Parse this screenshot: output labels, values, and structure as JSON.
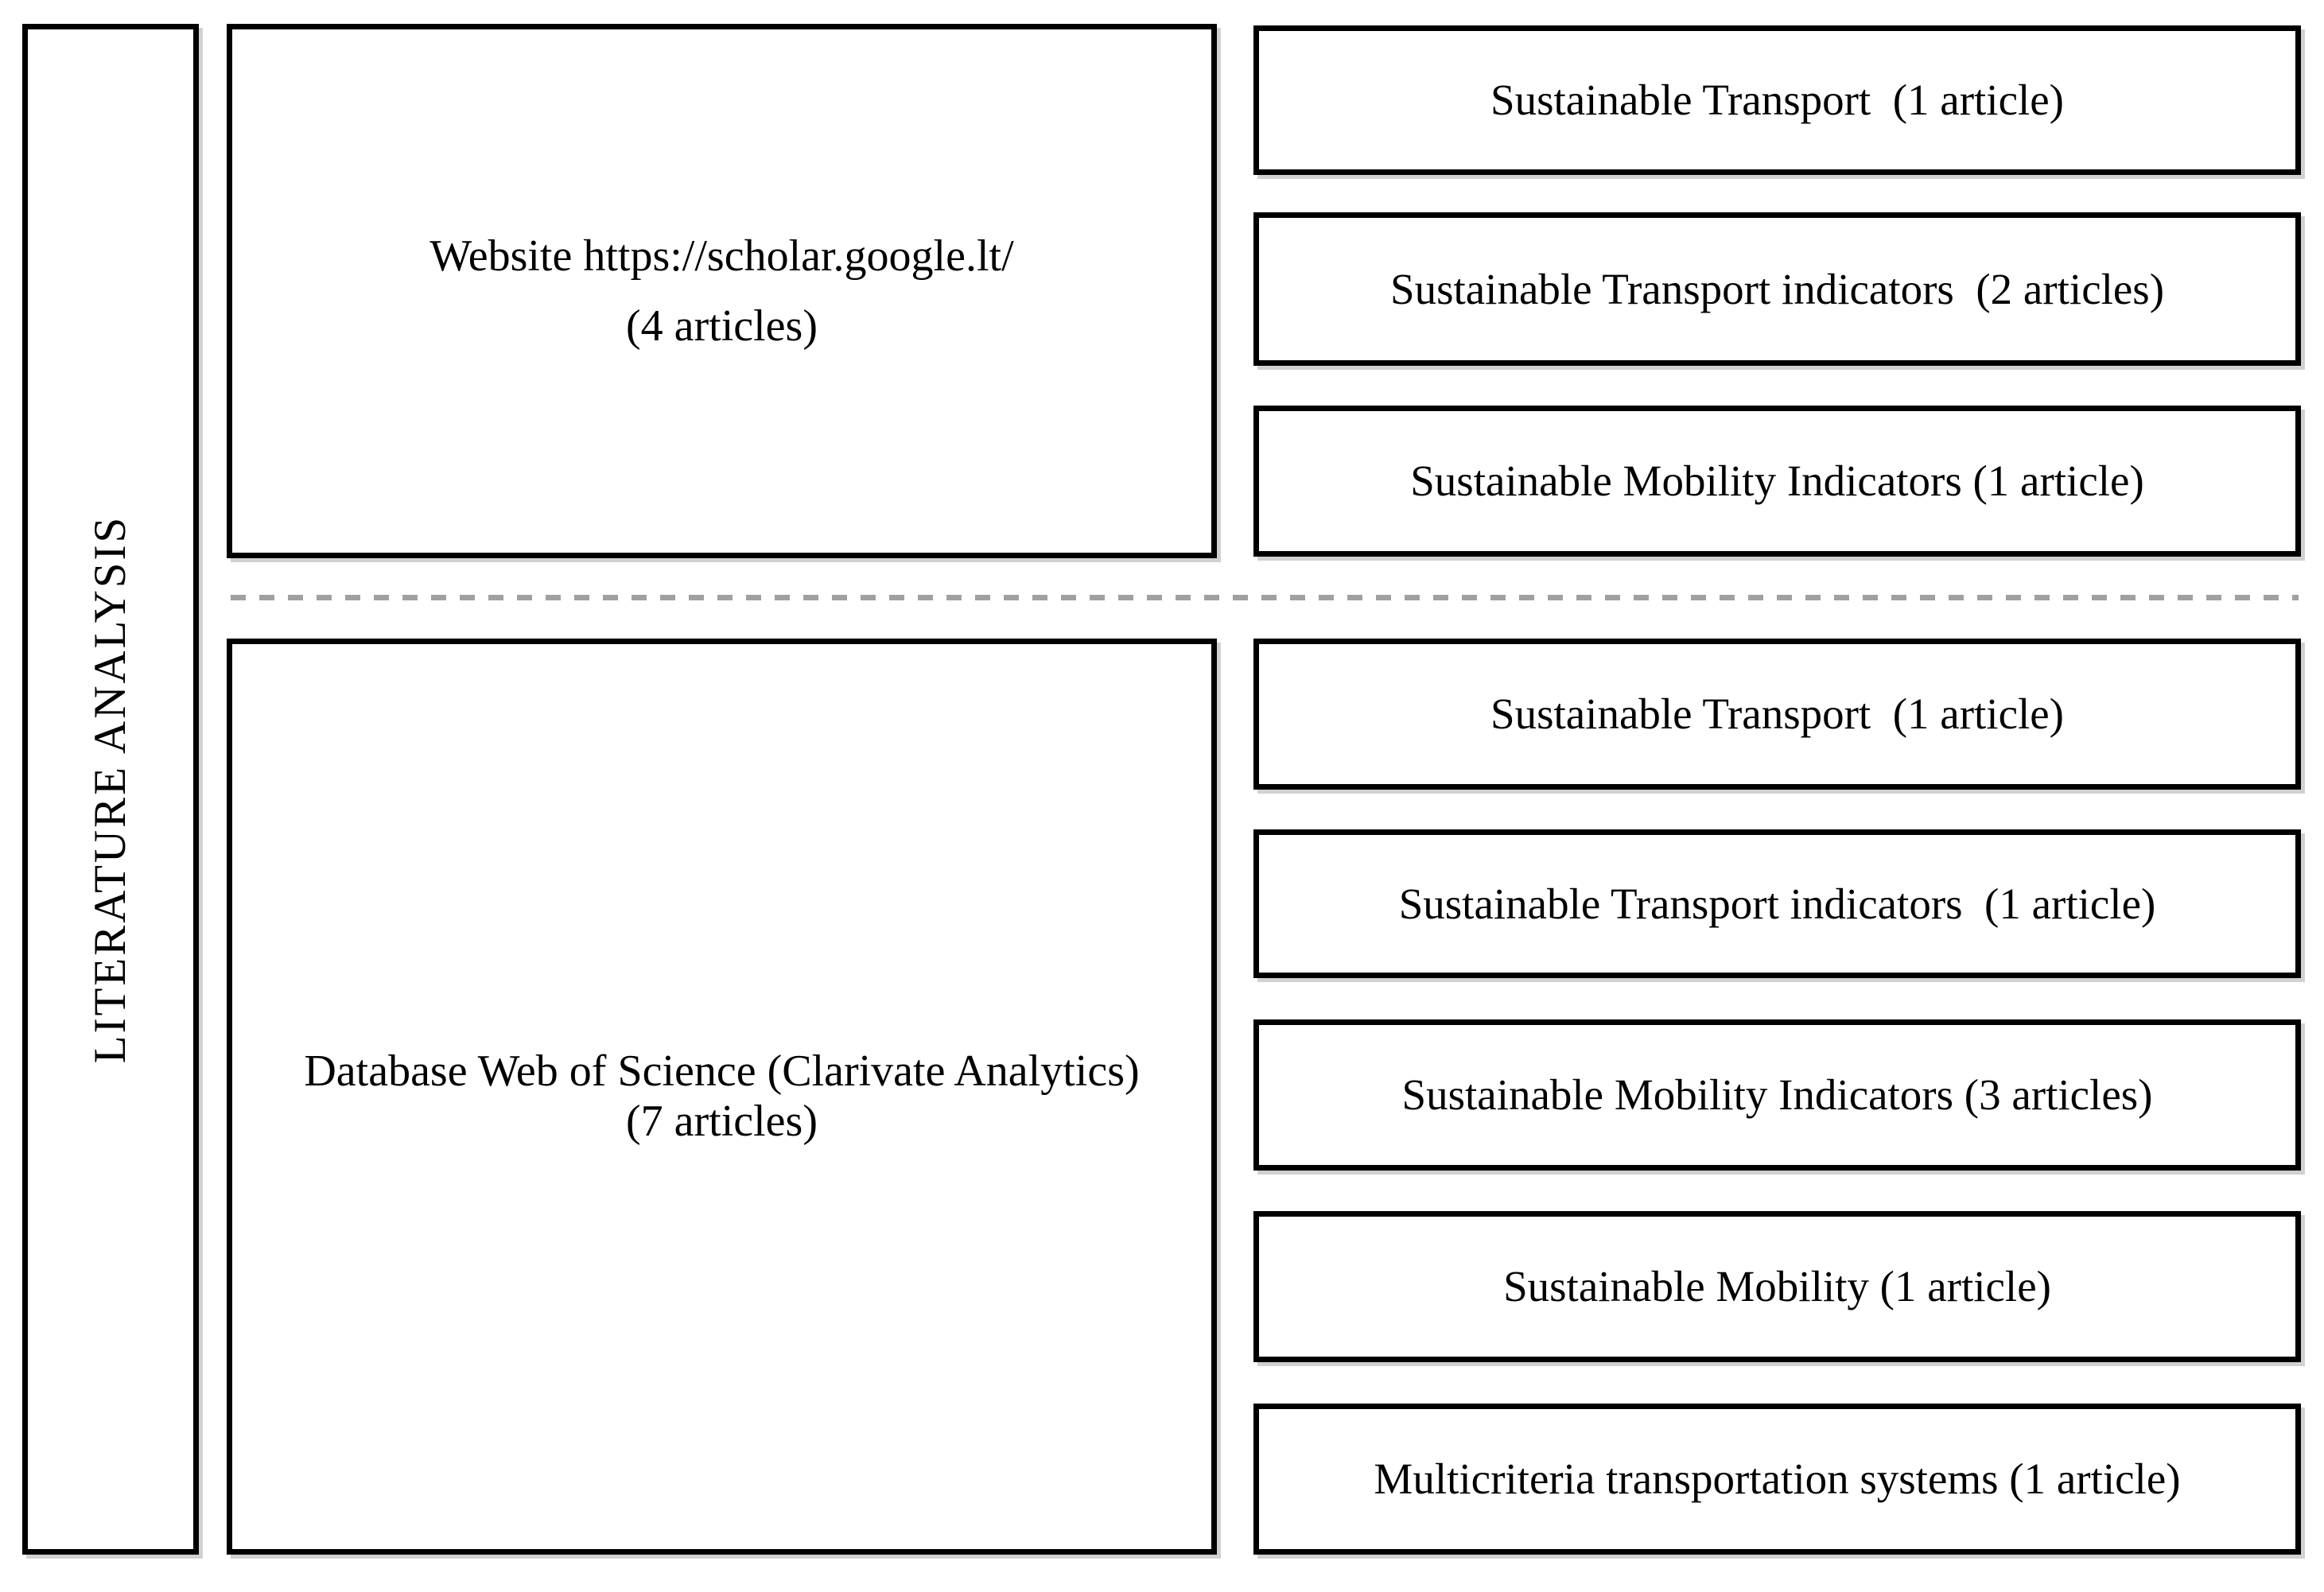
{
  "diagram": {
    "sidebar_label": "LITERATURE ANALYSIS",
    "colors": {
      "background": "#ffffff",
      "border": "#000000",
      "text": "#000000",
      "separator": "#a0a0a0"
    },
    "sections": [
      {
        "source_line1": "Website https://scholar.google.lt/",
        "source_line2": "(4 articles)",
        "results": [
          "Sustainable Transport  (1 article)",
          "Sustainable Transport indicators  (2 articles)",
          "Sustainable Mobility Indicators (1 article)"
        ]
      },
      {
        "source_line1": "Database Web of Science (Clarivate Analytics)",
        "source_line2": "(7 articles)",
        "results": [
          "Sustainable Transport  (1 article)",
          "Sustainable Transport indicators  (1 article)",
          "Sustainable Mobility Indicators (3 articles)",
          "Sustainable Mobility (1 article)",
          "Multicriteria transportation systems (1 article)"
        ]
      }
    ]
  }
}
